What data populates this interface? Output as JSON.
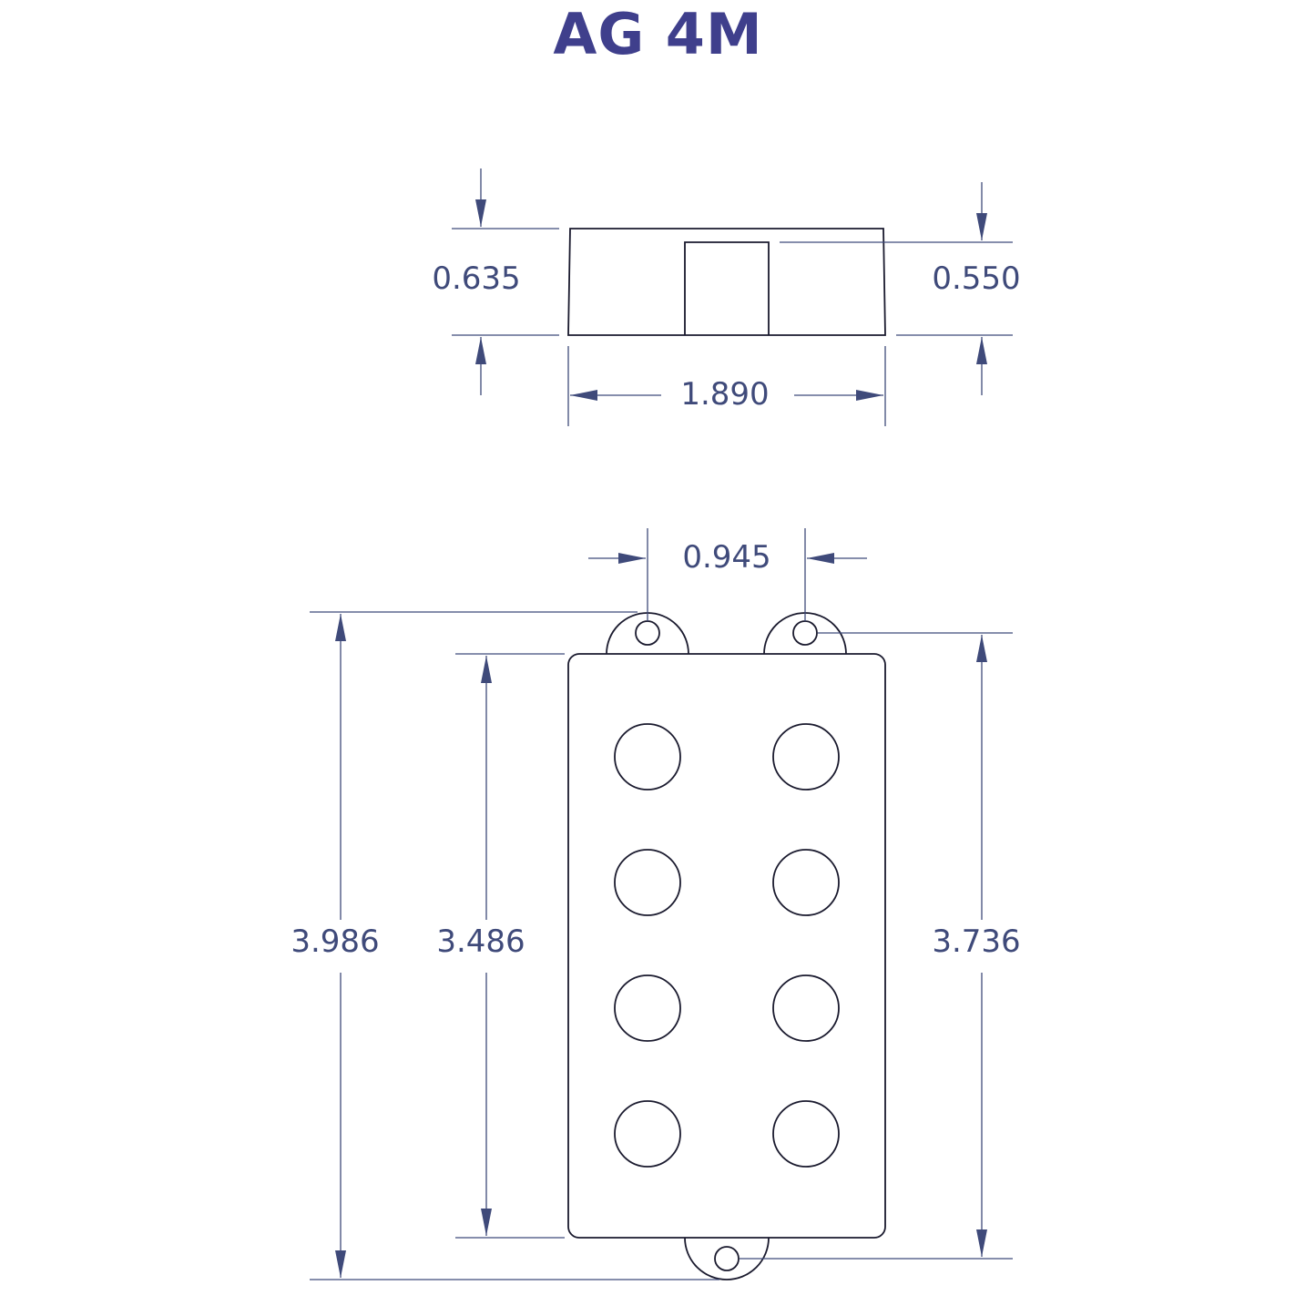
{
  "title": "AG 4M",
  "colors": {
    "title": "#3f3f8c",
    "dimension": "#3f4a7a",
    "outline": "#1a1a2e",
    "background": "#ffffff"
  },
  "side_view": {
    "height_left": "0.635",
    "height_right": "0.550",
    "width": "1.890"
  },
  "top_view": {
    "ear_spacing": "0.945",
    "overall_length": "3.986",
    "body_length": "3.486",
    "ear_to_ear_length": "3.736",
    "pole_pieces_count": 8
  }
}
